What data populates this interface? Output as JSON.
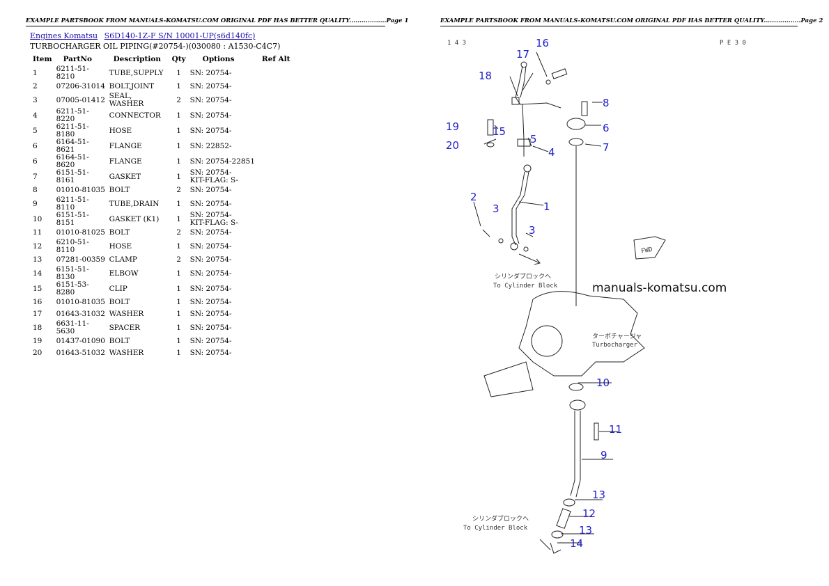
{
  "page1": {
    "header": "EXAMPLE PARTSBOOK FROM MANUALS-KOMATSU.COM ORIGINAL PDF HAS BETTER QUALITY..................Page 1",
    "breadcrumb": [
      {
        "label": "Engines Komatsu"
      },
      {
        "label": "S6D140-1Z-F S/N 10001-UP(s6d140fc)"
      }
    ],
    "subtitle": "TURBOCHARGER OIL PIPING(#20754-)(030080 : A1530-C4C7)",
    "columns": [
      "Item",
      "PartNo",
      "Description",
      "Qty",
      "Options",
      "Ref Alt"
    ],
    "rows": [
      {
        "item": "1",
        "partno": "6211-51-8210",
        "desc": "TUBE,SUPPLY",
        "qty": "1",
        "options": [
          "SN: 20754-"
        ]
      },
      {
        "item": "2",
        "partno": "07206-31014",
        "desc": "BOLT,JOINT",
        "qty": "1",
        "options": [
          "SN: 20754-"
        ]
      },
      {
        "item": "3",
        "partno": "07005-01412",
        "desc": "SEAL, WASHER",
        "qty": "2",
        "options": [
          "SN: 20754-"
        ]
      },
      {
        "item": "4",
        "partno": "6211-51-8220",
        "desc": "CONNECTOR",
        "qty": "1",
        "options": [
          "SN: 20754-"
        ]
      },
      {
        "item": "5",
        "partno": "6211-51-8180",
        "desc": "HOSE",
        "qty": "1",
        "options": [
          "SN: 20754-"
        ]
      },
      {
        "item": "6",
        "partno": "6164-51-8621",
        "desc": "FLANGE",
        "qty": "1",
        "options": [
          "SN: 22852-"
        ]
      },
      {
        "item": "6",
        "partno": "6164-51-8620",
        "desc": "FLANGE",
        "qty": "1",
        "options": [
          "SN: 20754-22851"
        ]
      },
      {
        "item": "7",
        "partno": "6151-51-8161",
        "desc": "GASKET",
        "qty": "1",
        "options": [
          "SN: 20754-",
          "KIT-FLAG: S-"
        ]
      },
      {
        "item": "8",
        "partno": "01010-81035",
        "desc": "BOLT",
        "qty": "2",
        "options": [
          "SN: 20754-"
        ]
      },
      {
        "item": "9",
        "partno": "6211-51-8110",
        "desc": "TUBE,DRAIN",
        "qty": "1",
        "options": [
          "SN: 20754-"
        ]
      },
      {
        "item": "10",
        "partno": "6151-51-8151",
        "desc": "GASKET (K1)",
        "qty": "1",
        "options": [
          "SN: 20754-",
          "KIT-FLAG: S-"
        ]
      },
      {
        "item": "11",
        "partno": "01010-81025",
        "desc": "BOLT",
        "qty": "2",
        "options": [
          "SN: 20754-"
        ]
      },
      {
        "item": "12",
        "partno": "6210-51-8110",
        "desc": "HOSE",
        "qty": "1",
        "options": [
          "SN: 20754-"
        ]
      },
      {
        "item": "13",
        "partno": "07281-00359",
        "desc": "CLAMP",
        "qty": "2",
        "options": [
          "SN: 20754-"
        ]
      },
      {
        "item": "14",
        "partno": "6151-51-8130",
        "desc": "ELBOW",
        "qty": "1",
        "options": [
          "SN: 20754-"
        ]
      },
      {
        "item": "15",
        "partno": "6151-53-8280",
        "desc": "CLIP",
        "qty": "1",
        "options": [
          "SN: 20754-"
        ]
      },
      {
        "item": "16",
        "partno": "01010-81035",
        "desc": "BOLT",
        "qty": "1",
        "options": [
          "SN: 20754-"
        ]
      },
      {
        "item": "17",
        "partno": "01643-31032",
        "desc": "WASHER",
        "qty": "1",
        "options": [
          "SN: 20754-"
        ]
      },
      {
        "item": "18",
        "partno": "6631-11-5630",
        "desc": "SPACER",
        "qty": "1",
        "options": [
          "SN: 20754-"
        ]
      },
      {
        "item": "19",
        "partno": "01437-01090",
        "desc": "BOLT",
        "qty": "1",
        "options": [
          "SN: 20754-"
        ]
      },
      {
        "item": "20",
        "partno": "01643-51032",
        "desc": "WASHER",
        "qty": "1",
        "options": [
          "SN: 20754-"
        ]
      }
    ]
  },
  "page2": {
    "header": "EXAMPLE PARTSBOOK FROM MANUALS-KOMATSU.COM ORIGINAL PDF HAS BETTER QUALITY..................Page 2",
    "code_left": "1 4 3",
    "code_right": "P E 3 0",
    "watermark": "manuals-komatsu.com",
    "labels": {
      "to_block_jp_1": "シリンダブロックへ",
      "to_block_en_1": "To Cylinder Block",
      "turbo_jp": "ターボチャージャ",
      "turbo_en": "Turbocharger",
      "to_block_jp_2": "シリンダブロックへ",
      "to_block_en_2": "To Cylinder Block",
      "fwd": "FWD"
    },
    "callouts": [
      "16",
      "17",
      "18",
      "8",
      "19",
      "15",
      "5",
      "6",
      "20",
      "4",
      "7",
      "2",
      "3",
      "1",
      "3",
      "10",
      "11",
      "9",
      "13",
      "12",
      "13",
      "14"
    ]
  },
  "colors": {
    "callout": "#1e1ec8",
    "link": "#1a0dab"
  }
}
